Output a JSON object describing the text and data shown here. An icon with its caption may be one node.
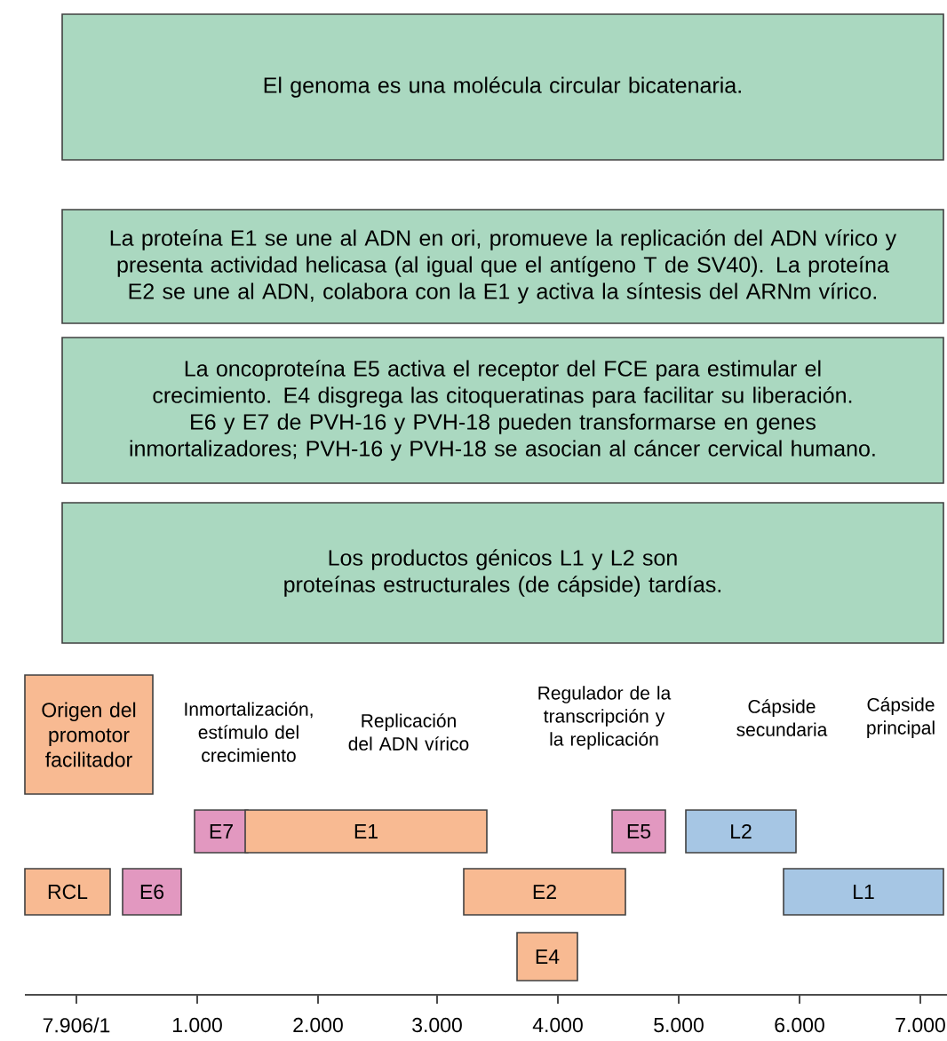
{
  "diagram": {
    "nodes": [
      {
        "text": [
          "El genoma es una molécula circular bicatenaria."
        ]
      },
      {
        "text": [
          "La proteína E1 se une al ADN en ori, promueve la replicación del ADN vírico y presenta actividad helicasa (al igual que el antígeno T de SV40). La proteína E2 se une al ADN, colabora con la E1 y activa la síntesis del ARNm vírico."
        ]
      },
      {
        "text": [
          "La oncoproteína E5 activa el receptor del FCE para estimular el crecimiento. E4 disgrega las citoqueratinas para facilitar su liberación. E6 y E7 de PVH-16 y PVH-18 pueden transformarse en genes inmortalizadores; PVH-16 y PVH-18 se asocian al cáncer cervical humano."
        ]
      },
      {
        "text": [
          "Los productos génicos L1 y L2 son proteínas estructurales (de cápside) tardías."
        ]
      },
      {
        "text": [
          "Origen del promotor facilitador"
        ]
      },
      {
        "text": [
          "E7"
        ]
      },
      {
        "text": [
          "E1"
        ]
      },
      {
        "text": [
          "E5"
        ]
      },
      {
        "text": [
          "L2"
        ]
      },
      {
        "text": [
          "RCL"
        ]
      },
      {
        "text": [
          "E6"
        ]
      },
      {
        "text": [
          "E2"
        ]
      },
      {
        "text": [
          "L1"
        ]
      },
      {
        "text": [
          "E4"
        ]
      }
    ],
    "labels": [
      "Inmortalización, estímulo del crecimiento",
      "Replicación del ADN vírico",
      "Regulador de la transcripción y la replicación",
      "Cápside secundaria",
      "Cápside principal",
      "7.906/1",
      "1.000",
      "2.000",
      "3.000",
      "4.000",
      "5.000",
      "6.000",
      "7.000"
    ]
  }
}
